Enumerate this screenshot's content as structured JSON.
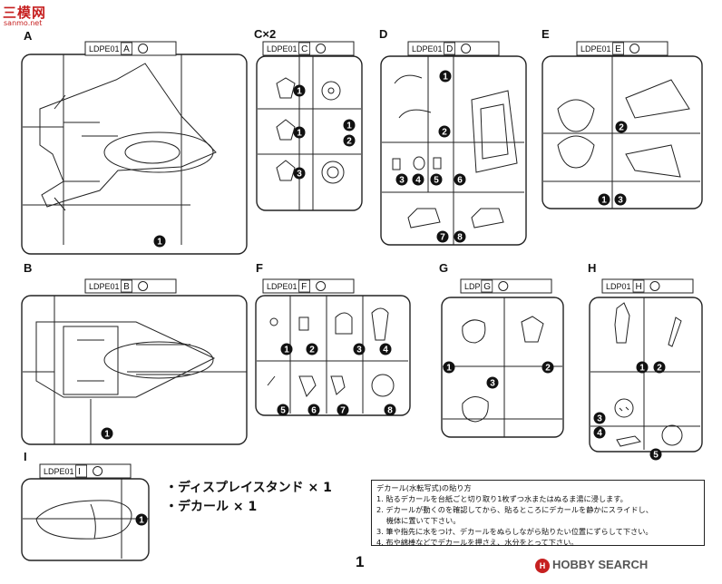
{
  "watermark": {
    "main": "三模网",
    "sub": "sanmo.net"
  },
  "sprues": [
    {
      "id": "A",
      "label": "A",
      "tab_code": "LDPE01",
      "tab_letter": "A",
      "parts": [
        "1"
      ]
    },
    {
      "id": "C",
      "label": "C×2",
      "tab_code": "LDPE01",
      "tab_letter": "C",
      "parts": [
        "1",
        "1",
        "1",
        "2",
        "3"
      ]
    },
    {
      "id": "D",
      "label": "D",
      "tab_code": "LDPE01",
      "tab_letter": "D",
      "parts": [
        "1",
        "2",
        "3",
        "4",
        "5",
        "6",
        "7",
        "8"
      ]
    },
    {
      "id": "E",
      "label": "E",
      "tab_code": "LDPE01",
      "tab_letter": "E",
      "parts": [
        "2",
        "1",
        "3"
      ]
    },
    {
      "id": "B",
      "label": "B",
      "tab_code": "LDPE01",
      "tab_letter": "B",
      "parts": [
        "1"
      ]
    },
    {
      "id": "F",
      "label": "F",
      "tab_code": "LDPE01",
      "tab_letter": "F",
      "parts": [
        "1",
        "2",
        "3",
        "4",
        "5",
        "6",
        "7",
        "8"
      ]
    },
    {
      "id": "G",
      "label": "G",
      "tab_code": "LDP",
      "tab_letter": "G",
      "parts": [
        "1",
        "2",
        "3"
      ]
    },
    {
      "id": "H",
      "label": "H",
      "tab_code": "LDP01",
      "tab_letter": "H",
      "parts": [
        "1",
        "2",
        "3",
        "4",
        "5"
      ]
    },
    {
      "id": "I",
      "label": "I",
      "tab_code": "LDPE01",
      "tab_letter": "I",
      "parts": [
        "1"
      ]
    }
  ],
  "extras": [
    "・ディスプレイスタンド × 1",
    "・デカール × 1"
  ],
  "decal": {
    "title": "デカール(水転写式)の貼り方",
    "steps": [
      "1. 貼るデカールを台紙ごと切り取り1枚ずつ水またはぬるま湯に浸します。",
      "2. デカールが動くのを確認してから、貼るところにデカールを静かにスライドし、",
      "　 機体に置いて下さい。",
      "3. 筆や指先に水をつけ、デカールをぬらしながら貼りたい位置にずらして下さい。",
      "4. 布や綿棒などでデカールを押さえ、水分をとって下さい。"
    ]
  },
  "page_number": "1",
  "footer": {
    "brand": "HOBBY SEARCH",
    "symbol": "H"
  }
}
